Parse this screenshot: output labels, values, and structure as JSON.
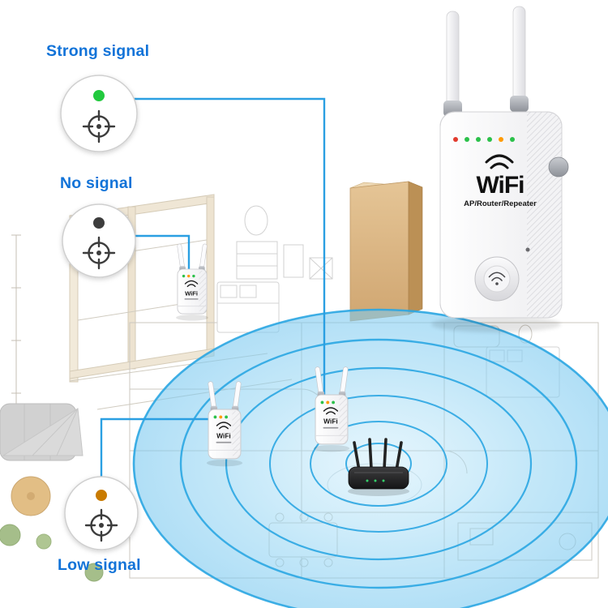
{
  "colors": {
    "label_blue": "#1273d8",
    "callout_line_blue": "#2a9fe2",
    "wave_ring_blue": "#2ba6e2",
    "wave_fill_blue": "#8ed2f1",
    "strong_signal_green": "#22c93e",
    "no_signal_dark": "#3d3d3d",
    "low_signal_orange": "#c97b00"
  },
  "callouts": {
    "strong": {
      "label": "Strong signal",
      "dot_color": "#22c93e"
    },
    "none": {
      "label": "No signal",
      "dot_color": "#3d3d3d"
    },
    "low": {
      "label": "Low signal",
      "dot_color": "#c97b00"
    }
  },
  "main_device": {
    "logo": "WiFi",
    "subtitle": "AP/Router/Repeater"
  },
  "mini_device": {
    "logo": "WiFi"
  }
}
